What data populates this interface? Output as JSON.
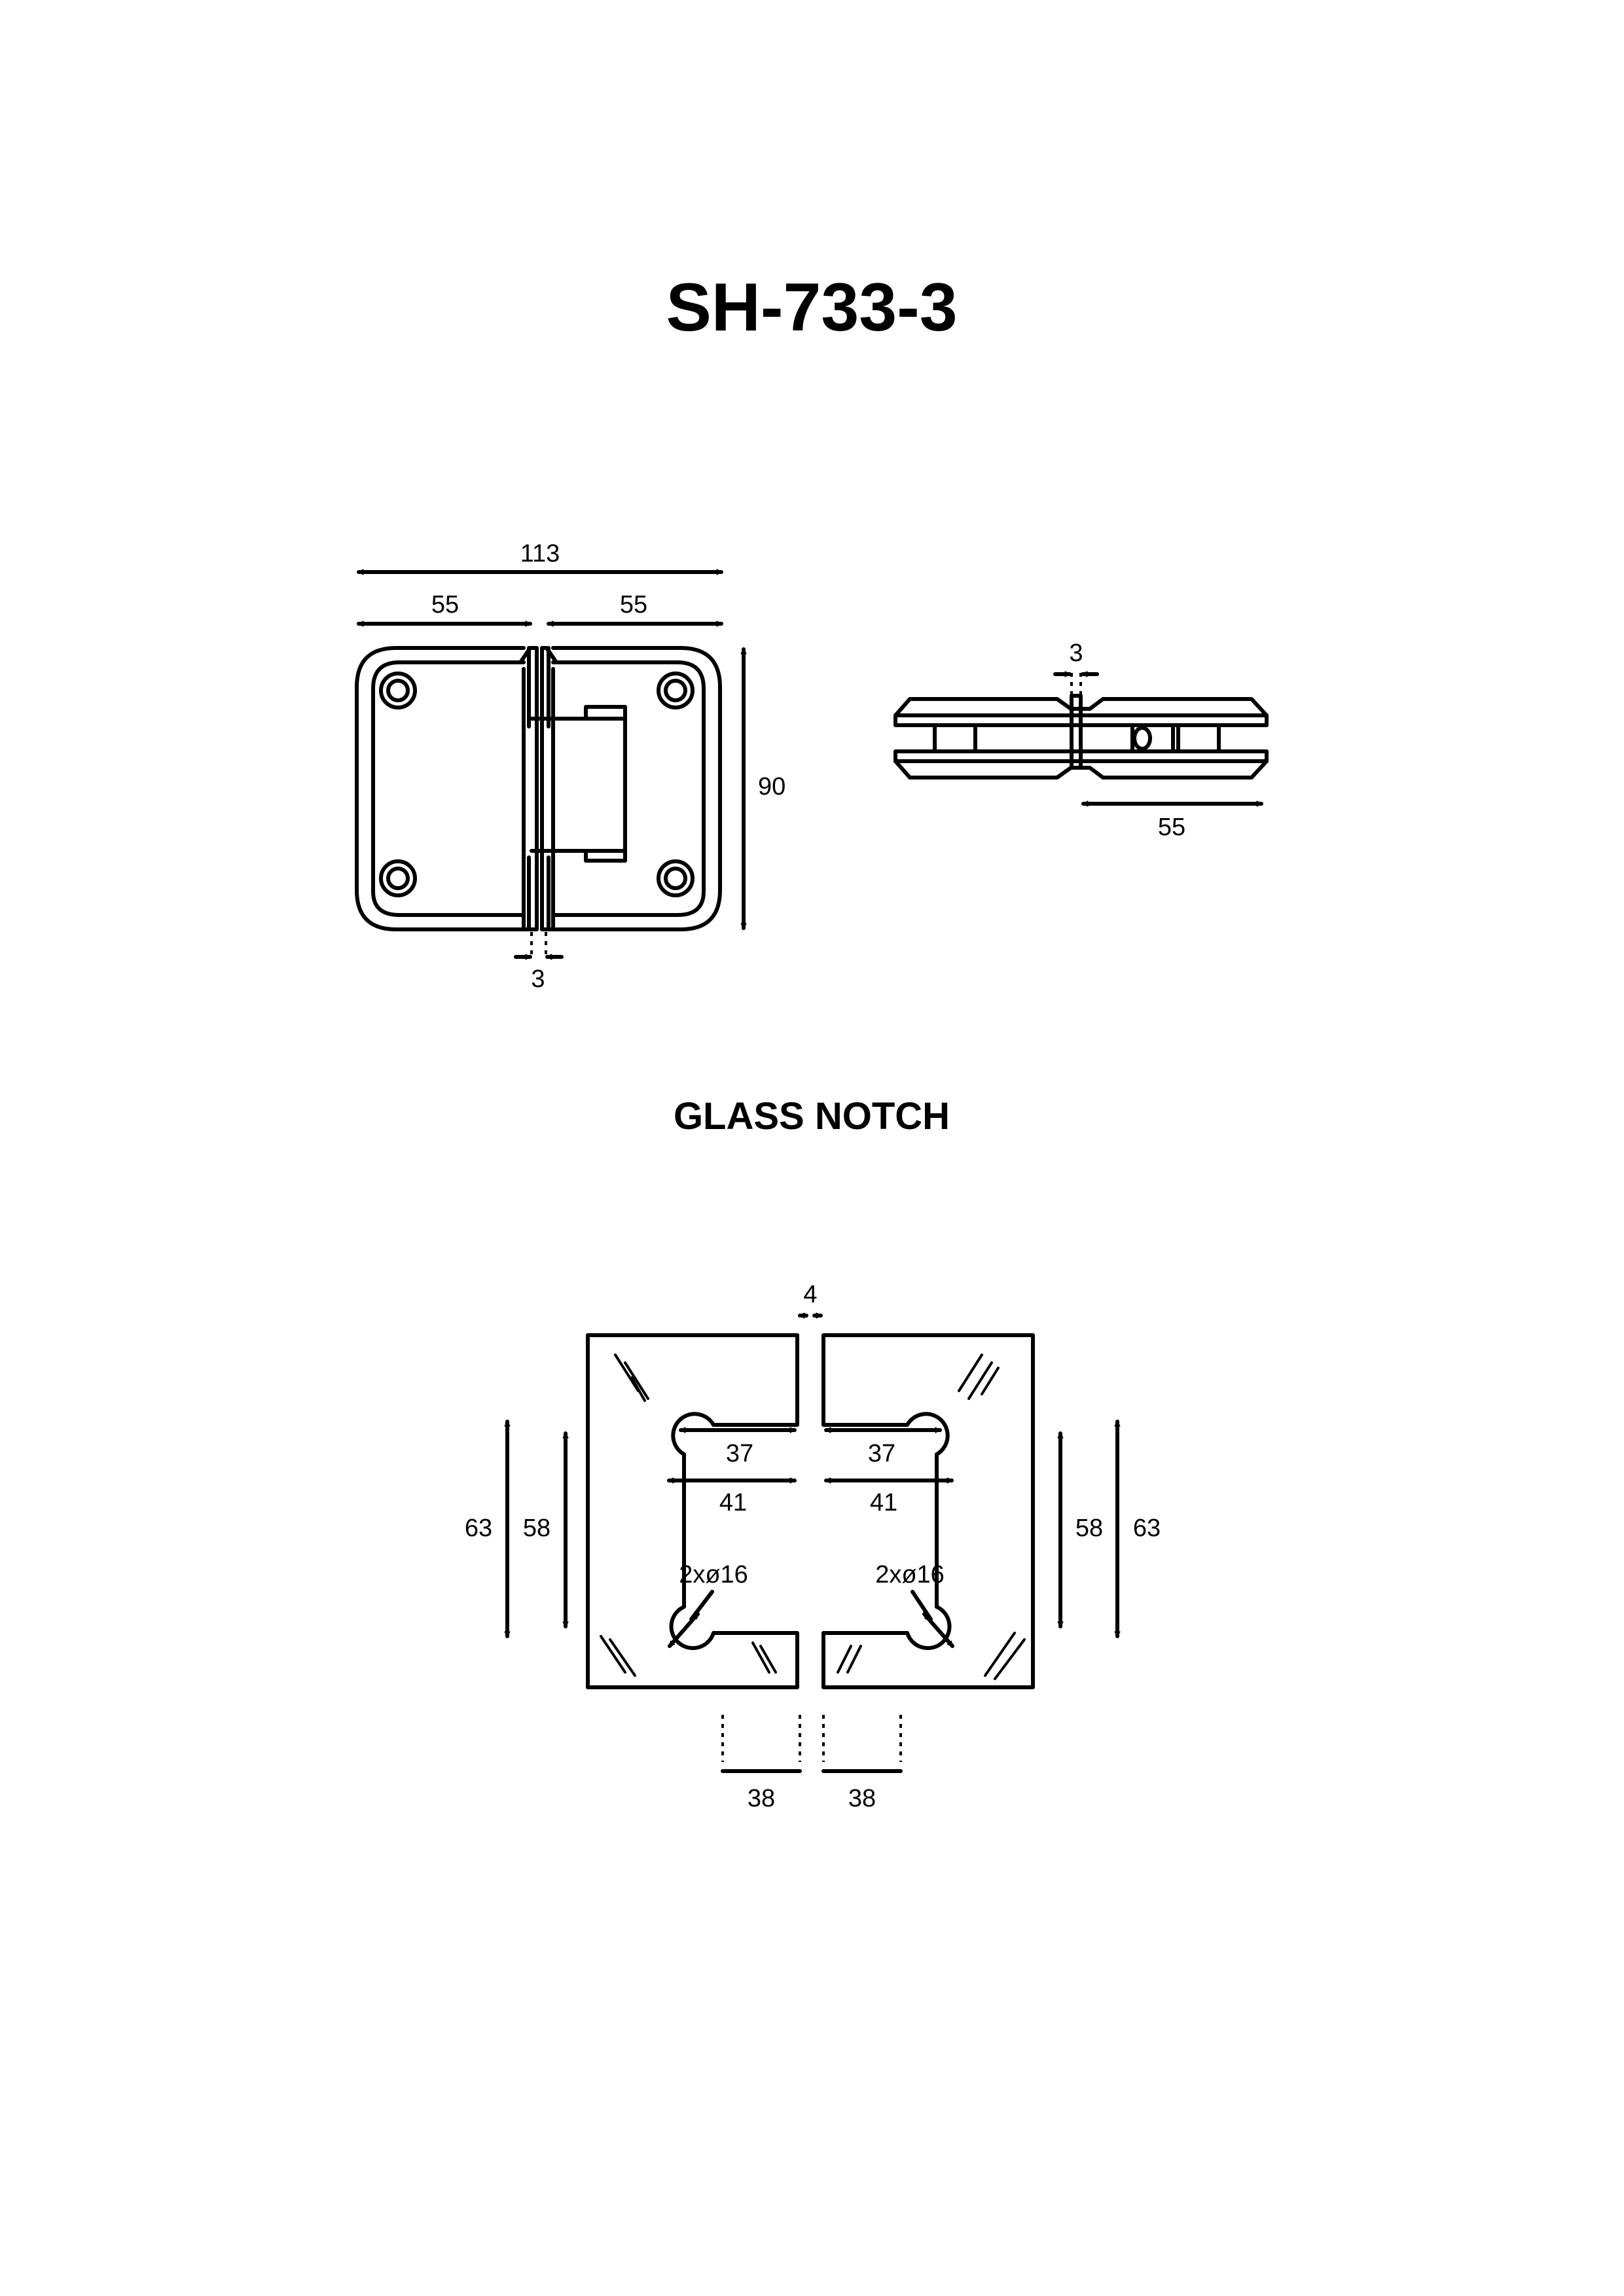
{
  "title": "SH-733-3",
  "section_title": "GLASS NOTCH",
  "front_view": {
    "overall_width": "113",
    "left_width": "55",
    "right_width": "55",
    "height": "90",
    "gap": "3"
  },
  "side_view": {
    "gap": "3",
    "half_width": "55"
  },
  "notch": {
    "gap": "4",
    "left_inner_top": "37",
    "left_inner_width": "41",
    "right_inner_top": "37",
    "right_inner_width": "41",
    "left_hole": "2xø16",
    "right_hole": "2xø16",
    "left_outer_height": "63",
    "left_inner_height": "58",
    "right_inner_height": "58",
    "right_outer_height": "63",
    "left_notch_width": "38",
    "right_notch_width": "38"
  }
}
